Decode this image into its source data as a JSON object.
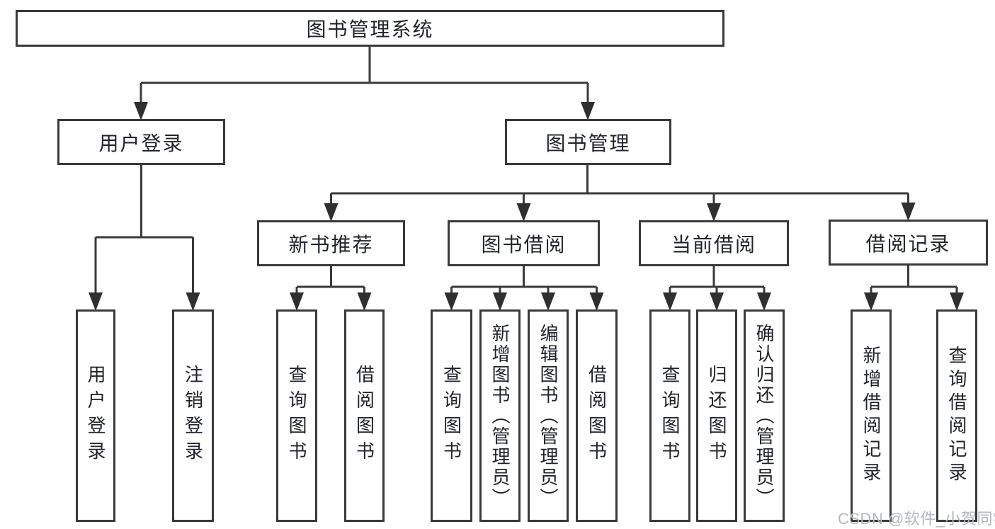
{
  "colors": {
    "background": "#ffffff",
    "box_border": "#3a3a3a",
    "connector_line": "#3a3a3a",
    "node_text": "#1f2329",
    "watermark_text": "#b2b6bf"
  },
  "tree": {
    "root": {
      "label": "图书管理系统"
    },
    "children": [
      {
        "label": "用户登录",
        "children": [
          {
            "label": "用户登录"
          },
          {
            "label": "注销登录"
          }
        ]
      },
      {
        "label": "图书管理",
        "children": [
          {
            "label": "新书推荐",
            "children": [
              {
                "label": "查询图书"
              },
              {
                "label": "借阅图书"
              }
            ]
          },
          {
            "label": "图书借阅",
            "children": [
              {
                "label": "查询图书"
              },
              {
                "label": "新增图书（管理员）"
              },
              {
                "label": "编辑图书（管理员）"
              },
              {
                "label": "借阅图书"
              }
            ]
          },
          {
            "label": "当前借阅",
            "children": [
              {
                "label": "查询图书"
              },
              {
                "label": "归还图书"
              },
              {
                "label": "确认归还（管理员）"
              }
            ]
          },
          {
            "label": "借阅记录",
            "children": [
              {
                "label": "新增借阅记录"
              },
              {
                "label": "查询借阅记录"
              }
            ]
          }
        ]
      }
    ]
  },
  "watermark": {
    "text": "CSDN @软件_小贺同学"
  }
}
